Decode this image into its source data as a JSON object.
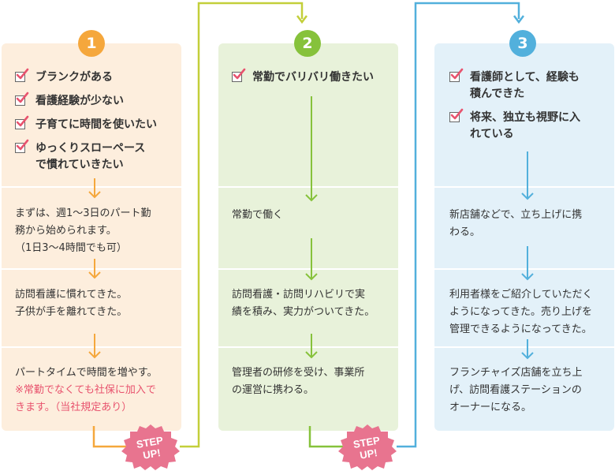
{
  "columns": [
    {
      "number": "1",
      "color": "#f5a73c",
      "checks": [
        "ブランクがある",
        "看護経験が少ない",
        "子育てに時間を使いたい",
        "ゆっくりスローペース",
        "で慣れていきたい"
      ],
      "steps": [
        {
          "lines": [
            "まずは、週1〜3日のパート勤",
            "務から始められます。",
            "（1日3〜4時間でも可）"
          ]
        },
        {
          "lines": [
            "訪問看護に慣れてきた。",
            "子供が手を離れてきた。"
          ]
        },
        {
          "lines": [
            "パートタイムで時間を増やす。"
          ],
          "note": [
            "※常勤でなくても社保に加入で",
            "きます。（当社規定あり）"
          ]
        }
      ]
    },
    {
      "number": "2",
      "color": "#86c23b",
      "checks": [
        "常勤でバリバリ働きたい"
      ],
      "steps": [
        {
          "lines": [
            "常勤で働く"
          ]
        },
        {
          "lines": [
            "訪問看護・訪問リハビリで実",
            "績を積み、実力がついてきた。"
          ]
        },
        {
          "lines": [
            "管理者の研修を受け、事業所",
            "の運営に携わる。"
          ]
        }
      ]
    },
    {
      "number": "3",
      "color": "#52b0dc",
      "checks": [
        "看護師として、経験も",
        "積んできた",
        "将来、独立も視野に入",
        "れている"
      ],
      "steps": [
        {
          "lines": [
            "新店舗などで、立ち上げに携",
            "わる。"
          ]
        },
        {
          "lines": [
            "利用者様をご紹介していただく",
            "ようになってきた。売り上げを",
            "管理できるようになってきた。"
          ]
        },
        {
          "lines": [
            "フランチャイズ店舗を立ち上",
            "げ、訪問看護ステーションの",
            "オーナーになる。"
          ]
        }
      ]
    }
  ],
  "badges": [
    {
      "line1": "STEP",
      "line2": "UP!",
      "color": "#e8748f"
    },
    {
      "line1": "STEP",
      "line2": "UP!",
      "color": "#e8748f"
    }
  ]
}
